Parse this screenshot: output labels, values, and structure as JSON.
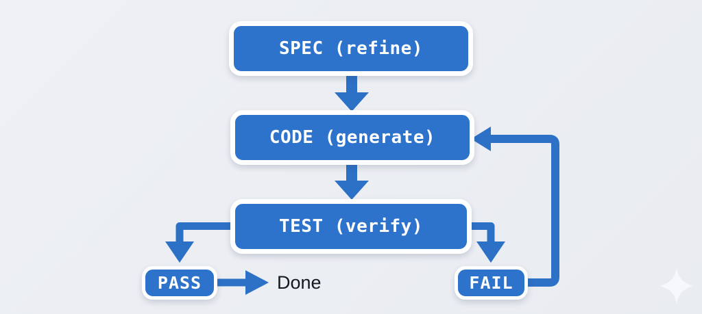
{
  "colors": {
    "background_top": "#eef0f4",
    "background_bottom": "#e9ecf1",
    "node_blue": "#2d73cc",
    "arrow_blue": "#2d71c6",
    "node_border": "#ffffff",
    "node_text": "#ffffff",
    "done_text": "#15181e"
  },
  "flowchart": {
    "nodes": {
      "spec": {
        "label": "SPEC (refine)"
      },
      "code": {
        "label": "CODE (generate)"
      },
      "test": {
        "label": "TEST (verify)"
      },
      "pass": {
        "label": "PASS"
      },
      "fail": {
        "label": "FAIL"
      }
    },
    "done_label": "Done",
    "edges": [
      "SPEC -> CODE",
      "CODE -> TEST",
      "TEST -> PASS",
      "TEST -> FAIL",
      "PASS -> Done",
      "FAIL -> CODE (loop back)"
    ]
  },
  "icons": {
    "sparkle": "four-pointed-star"
  }
}
